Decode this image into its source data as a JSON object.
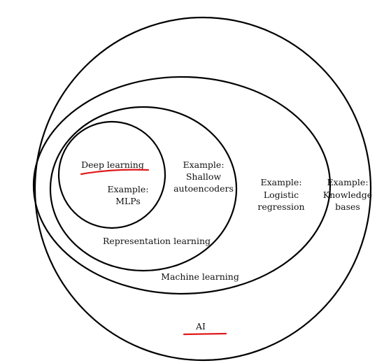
{
  "diagram": {
    "title": "",
    "annotation_color": "#e0191b",
    "sets": {
      "ai": {
        "label": "AI",
        "example": [
          "Example:",
          "Knowledge",
          "bases"
        ]
      },
      "machine_learning": {
        "label": "Machine learning",
        "example": [
          "Example:",
          "Logistic",
          "regression"
        ]
      },
      "representation_learning": {
        "label": "Representation learning",
        "example": [
          "Example:",
          "Shallow",
          "autoencoders"
        ]
      },
      "deep_learning": {
        "label": "Deep learning",
        "example": [
          "Example:",
          "MLPs"
        ]
      }
    }
  }
}
